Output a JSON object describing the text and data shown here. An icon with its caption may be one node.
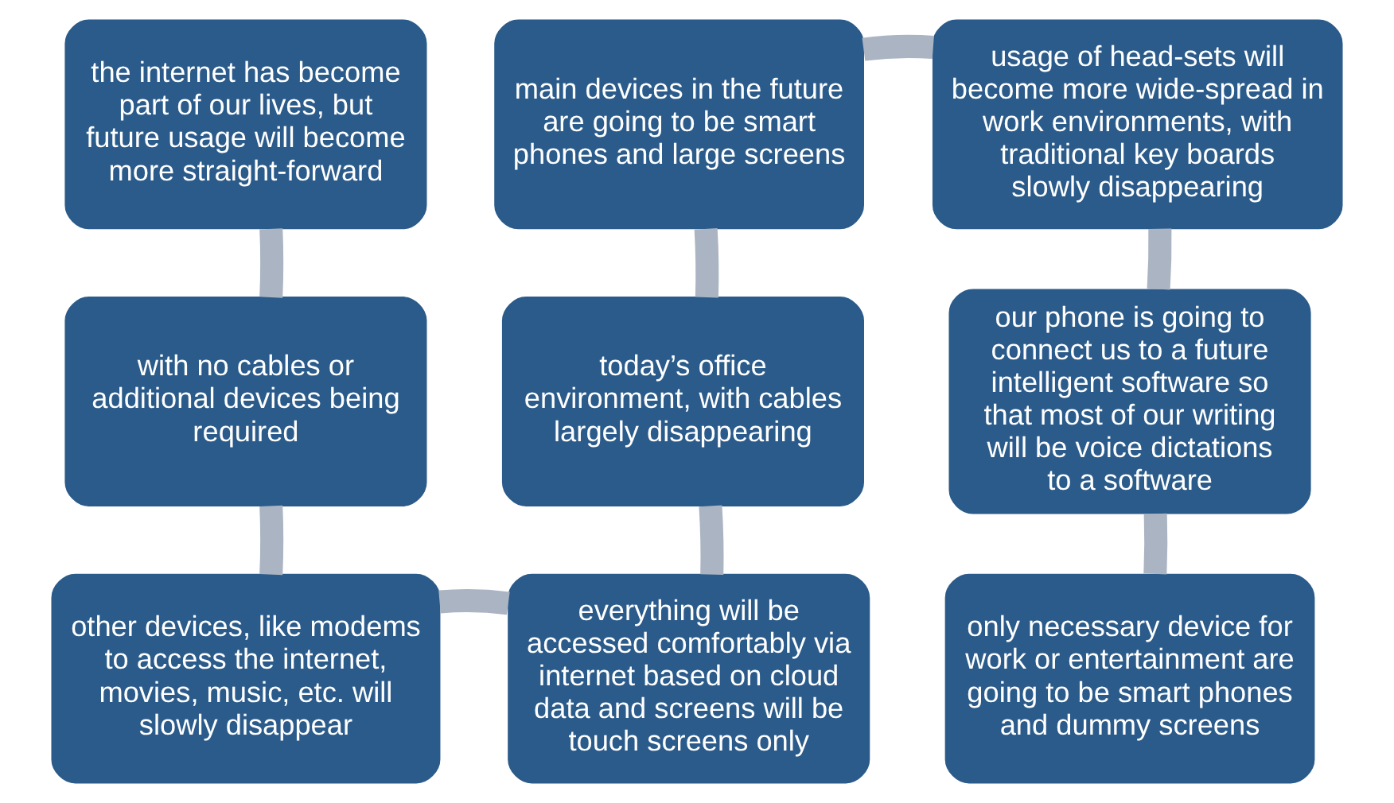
{
  "diagram": {
    "nodes": [
      {
        "text": [
          "the internet has become part of our lives, but future usage will become more straight-forward"
        ]
      },
      {
        "text": [
          "with no cables or additional devices being required"
        ]
      },
      {
        "text": [
          "other devices, like modems to access the internet, movies, music, etc. will slowly disappear"
        ]
      },
      {
        "text": [
          "everything will be accessed comfortably via internet based on cloud data and screens will be touch screens only"
        ]
      },
      {
        "text": [
          "today’s office environment, with cables largely disappearing"
        ]
      },
      {
        "text": [
          "main devices in the future are going to be smart phones and large screens"
        ]
      },
      {
        "text": [
          "usage of head-sets will become more wide-spread in work environments, with traditional key boards slowly disappearing"
        ]
      },
      {
        "text": [
          "our phone is going to connect us to a future intelligent software so that most of our writing will be voice dictations to a software"
        ]
      },
      {
        "text": [
          "only necessary device for work or entertainment are going to be smart phones and dummy screens"
        ]
      }
    ],
    "edges": [
      {
        "from": 0,
        "to": 1,
        "arrow": "none"
      },
      {
        "from": 1,
        "to": 2,
        "arrow": "none"
      },
      {
        "from": 2,
        "to": 3,
        "arrow": "none"
      },
      {
        "from": 3,
        "to": 4,
        "arrow": "none"
      },
      {
        "from": 4,
        "to": 5,
        "arrow": "none"
      },
      {
        "from": 5,
        "to": 6,
        "arrow": "none"
      },
      {
        "from": 6,
        "to": 7,
        "arrow": "none"
      },
      {
        "from": 7,
        "to": 8,
        "arrow": "none"
      }
    ]
  }
}
